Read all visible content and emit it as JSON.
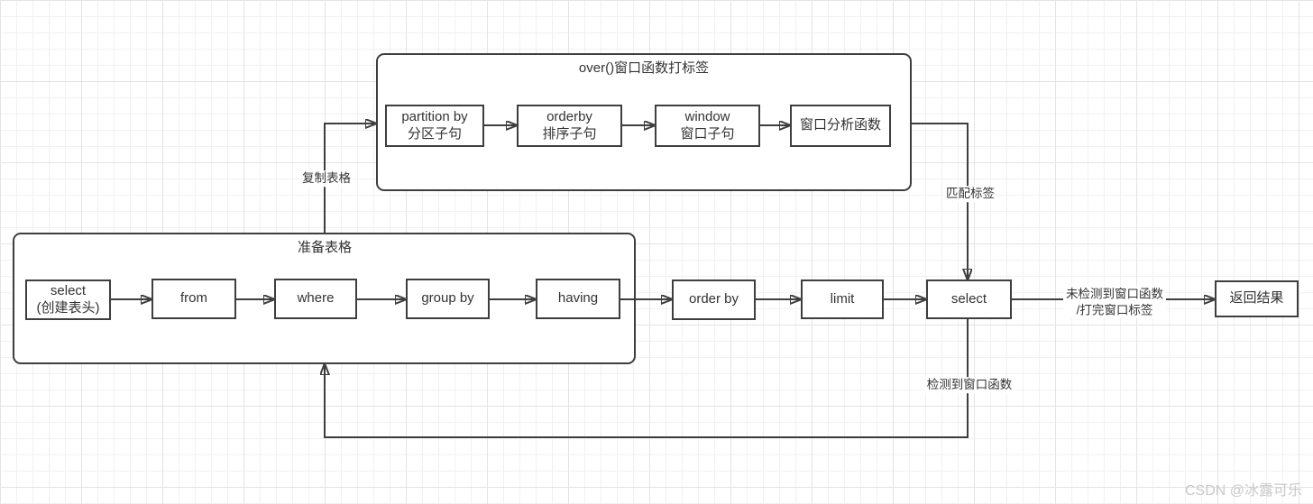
{
  "colors": {
    "line": "#3e3e3e",
    "text": "#333333",
    "watermark": "#c9c9c9",
    "grid_minor": "#f1f1f1",
    "grid_major": "#e4e4e4"
  },
  "diagram": {
    "top_group": {
      "title": "over()窗口函数打标签",
      "nodes": [
        {
          "line1": "partition by",
          "line2": "分区子句"
        },
        {
          "line1": "orderby",
          "line2": "排序子句"
        },
        {
          "line1": "window",
          "line2": "窗口子句"
        },
        {
          "line1": "窗口分析函数"
        }
      ]
    },
    "bottom_group": {
      "title": "准备表格",
      "nodes": [
        {
          "line1": "select",
          "line2": "(创建表头)"
        },
        {
          "line1": "from"
        },
        {
          "line1": "where"
        },
        {
          "line1": "group by"
        },
        {
          "line1": "having"
        }
      ]
    },
    "main_nodes": [
      {
        "label": "order by"
      },
      {
        "label": "limit"
      },
      {
        "label": "select"
      },
      {
        "label": "返回结果"
      }
    ],
    "edge_labels": {
      "copy_table": "复制表格",
      "match_tag": "匹配标签",
      "no_window_line1": "未检测到窗口函数",
      "no_window_line2": "/打完窗口标签",
      "window_detected": "检测到窗口函数"
    }
  },
  "watermark": "CSDN @冰露可乐"
}
